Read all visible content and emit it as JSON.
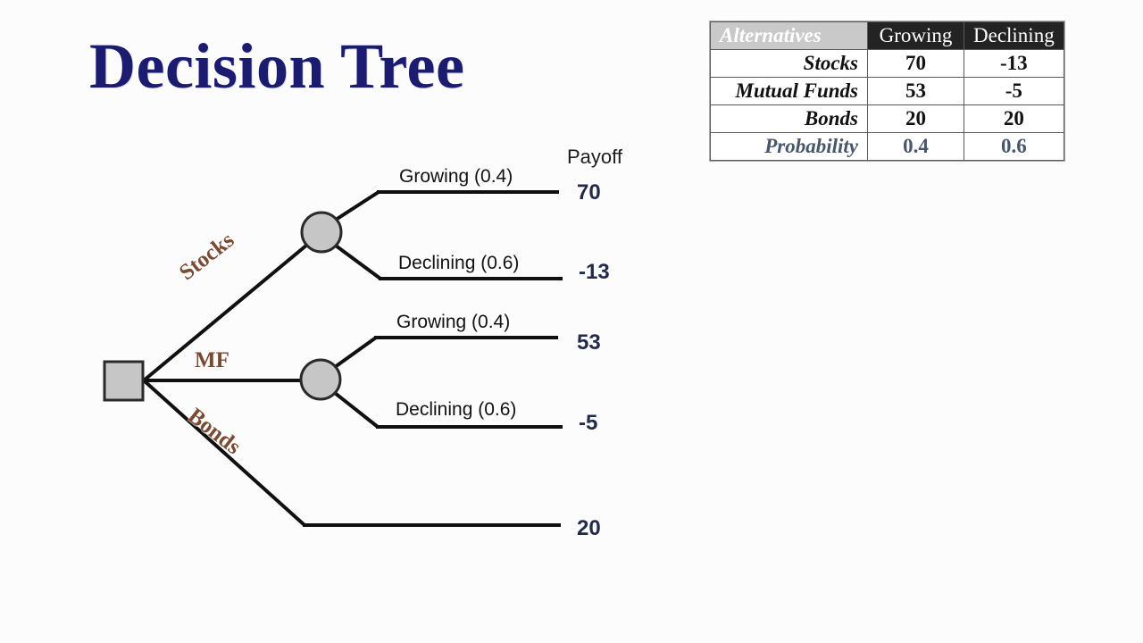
{
  "page": {
    "title": "Decision Tree",
    "background_color": "#fdfcfd",
    "title_color": "#1b1b6f"
  },
  "tree": {
    "payoff_heading": "Payoff",
    "decision_node_name": "decision-node",
    "alternatives": [
      {
        "label": "Stocks",
        "color": "#7a4a33"
      },
      {
        "label": "MF",
        "color": "#7a4a33"
      },
      {
        "label": "Bonds",
        "color": "#7a4a33"
      }
    ],
    "branches": [
      {
        "label": "Growing (0.4)",
        "payoff": "70"
      },
      {
        "label": "Declining (0.6)",
        "payoff": "-13"
      },
      {
        "label": "Growing (0.4)",
        "payoff": "53"
      },
      {
        "label": "Declining (0.6)",
        "payoff": "-5"
      }
    ],
    "bonds_payoff": "20",
    "node_fill": "#c6c6c6",
    "node_stroke": "#2a2a2a",
    "line_color": "#101010"
  },
  "table": {
    "header": {
      "alternatives": "Alternatives",
      "growing": "Growing",
      "declining": "Declining"
    },
    "rows": [
      {
        "name": "Stocks",
        "growing": "70",
        "declining": "-13"
      },
      {
        "name": "Mutual Funds",
        "growing": "53",
        "declining": "-5"
      },
      {
        "name": "Bonds",
        "growing": "20",
        "declining": "20"
      },
      {
        "name": "Probability",
        "growing": "0.4",
        "declining": "0.6"
      }
    ],
    "header_alt_bg": "#c9c9c9",
    "header_state_bg": "#232323",
    "probability_color": "#47566b"
  },
  "chart_data": {
    "type": "table",
    "title": "Decision Tree",
    "categories": [
      "Stocks",
      "Mutual Funds",
      "Bonds"
    ],
    "states": [
      "Growing",
      "Declining"
    ],
    "probabilities": [
      0.4,
      0.6
    ],
    "series": [
      {
        "name": "Growing",
        "values": [
          70,
          53,
          20
        ]
      },
      {
        "name": "Declining",
        "values": [
          -13,
          -5,
          20
        ]
      }
    ],
    "xlabel": "Alternatives",
    "ylabel": "Payoff"
  }
}
